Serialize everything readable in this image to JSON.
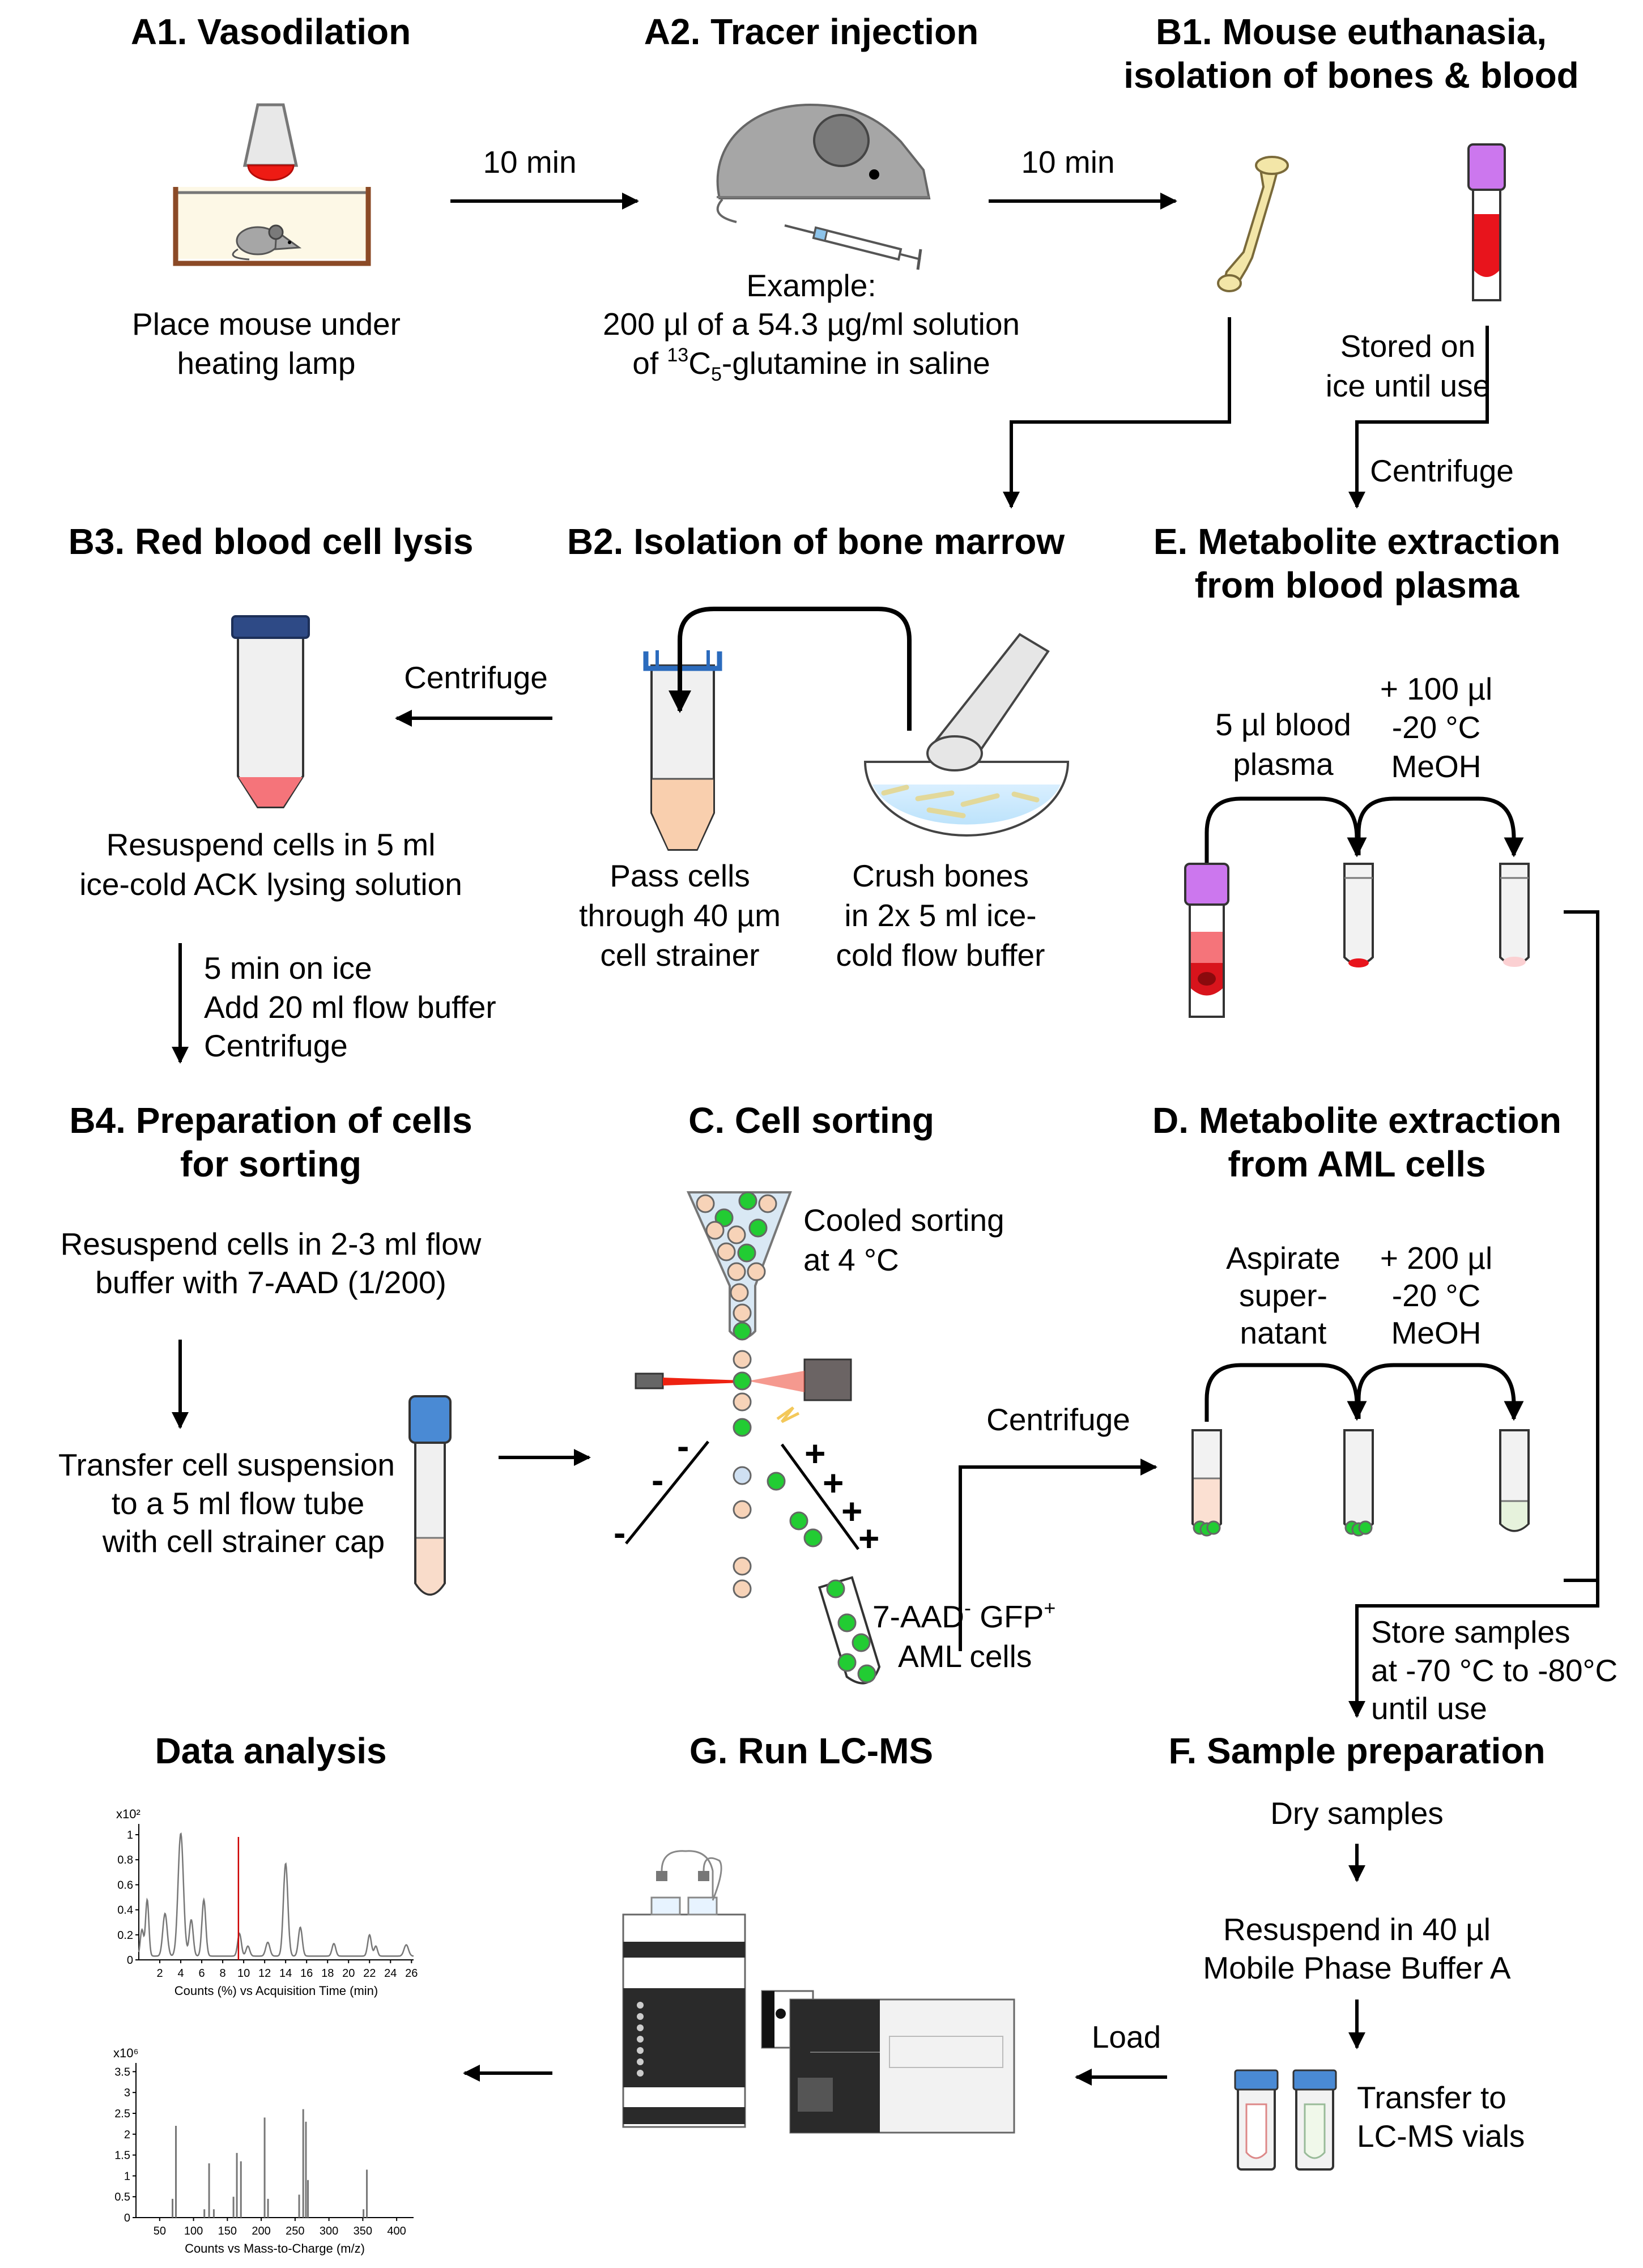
{
  "sections": {
    "a1": {
      "title": "A1. Vasodilation",
      "caption": [
        "Place mouse under",
        "heating lamp"
      ]
    },
    "a2": {
      "title": "A2. Tracer injection",
      "caption": [
        "Example:",
        "200 µl of a 54.3 µg/ml solution"
      ],
      "caption_iso_prefix": "of ",
      "caption_iso_sup": "13",
      "caption_iso_c": "C",
      "caption_iso_sub": "5",
      "caption_iso_rest": "-glutamine in saline"
    },
    "b1": {
      "title": [
        "B1. Mouse euthanasia,",
        "isolation of bones & blood"
      ]
    },
    "b2": {
      "title": "B2. Isolation of bone marrow",
      "left_caption": [
        "Pass cells",
        "through 40 µm",
        "cell strainer"
      ],
      "right_caption": [
        "Crush bones",
        "in 2x 5 ml ice-",
        "cold flow buffer"
      ]
    },
    "b3": {
      "title": "B3. Red blood cell lysis",
      "caption": [
        "Resuspend cells in 5 ml",
        "ice-cold ACK lysing solution"
      ]
    },
    "e": {
      "title": [
        "E. Metabolite extraction",
        "from blood plasma"
      ],
      "label_left": [
        "5 µl blood",
        "plasma"
      ],
      "label_right": [
        "+ 100 µl",
        "-20 °C",
        "MeOH"
      ]
    },
    "b4": {
      "title": [
        "B4. Preparation of cells",
        "for sorting"
      ],
      "caption_top": [
        "Resuspend cells in 2-3 ml flow",
        "buffer with 7-AAD (1/200)"
      ],
      "caption_bottom": [
        "Transfer cell suspension",
        "to a 5 ml flow tube",
        "with cell strainer cap"
      ]
    },
    "c": {
      "title": "C. Cell sorting",
      "cooled": [
        "Cooled sorting",
        "at 4 °C"
      ],
      "aml_sup1": "-",
      "aml_sup2": "+",
      "aml_a": "7-AAD",
      "aml_b": " GFP",
      "aml_line2": "AML cells",
      "minus": "-",
      "plus": "+"
    },
    "d": {
      "title": [
        "D. Metabolite extraction",
        "from AML cells"
      ],
      "label_left": [
        "Aspirate",
        "super-",
        "natant"
      ],
      "label_right": [
        "+ 200 µl",
        "-20 °C",
        "MeOH"
      ]
    },
    "da": {
      "title": "Data analysis"
    },
    "g": {
      "title": "G. Run LC-MS"
    },
    "f": {
      "title": "F. Sample preparation",
      "step1": "Dry samples",
      "step2": [
        "Resuspend in 40 µl",
        "Mobile Phase Buffer A"
      ],
      "step3": [
        "Transfer to",
        "LC-MS vials"
      ]
    }
  },
  "arrows": {
    "a1_a2": "10 min",
    "a2_b1": "10 min",
    "b1_ice": [
      "Stored on",
      "ice until use"
    ],
    "b1_centrifuge": "Centrifuge",
    "b2_b3": "Centrifuge",
    "b3_b4": [
      "5 min on ice",
      "Add 20 ml flow buffer",
      "Centrifuge"
    ],
    "c_d": "Centrifuge",
    "store": [
      "Store samples",
      "at -70 °C to -80°C",
      "until use"
    ],
    "f_g": "Load"
  },
  "colors": {
    "blood": "#e8141c",
    "lid_purple": "#cc77ee",
    "cell_green": "#22cc33",
    "cell_peach": "#f7d3b8",
    "cap_blue": "#4a8ad4",
    "bone": "#f3e6a8",
    "mouse": "#a6a6a6"
  },
  "chart_data": [
    {
      "type": "line",
      "title": "",
      "y_multiplier": "x10²",
      "xlabel": "Counts (%) vs Acquisition Time (min)",
      "ylabel": "",
      "x_ticks": [
        2,
        4,
        6,
        8,
        10,
        12,
        14,
        16,
        18,
        20,
        22,
        24,
        26
      ],
      "y_ticks": [
        0,
        0.2,
        0.4,
        0.6,
        0.8,
        1
      ],
      "xlim": [
        0,
        26.2
      ],
      "ylim": [
        0,
        1.05
      ],
      "peaks": [
        {
          "x": 0.3,
          "y": 0.21,
          "w": 0.22
        },
        {
          "x": 0.8,
          "y": 0.45,
          "w": 0.22
        },
        {
          "x": 2.5,
          "y": 0.34,
          "w": 0.3
        },
        {
          "x": 4.0,
          "y": 0.98,
          "w": 0.36
        },
        {
          "x": 5.0,
          "y": 0.29,
          "w": 0.26
        },
        {
          "x": 6.2,
          "y": 0.45,
          "w": 0.26
        },
        {
          "x": 9.6,
          "y": 0.18,
          "w": 0.25
        },
        {
          "x": 10.4,
          "y": 0.08,
          "w": 0.25
        },
        {
          "x": 12.3,
          "y": 0.11,
          "w": 0.28
        },
        {
          "x": 14.0,
          "y": 0.74,
          "w": 0.3
        },
        {
          "x": 15.4,
          "y": 0.23,
          "w": 0.26
        },
        {
          "x": 18.6,
          "y": 0.1,
          "w": 0.25
        },
        {
          "x": 22.0,
          "y": 0.17,
          "w": 0.25
        },
        {
          "x": 22.6,
          "y": 0.08,
          "w": 0.22
        },
        {
          "x": 25.5,
          "y": 0.09,
          "w": 0.3
        }
      ],
      "baseline": 0.03,
      "marker_x": 9.5,
      "marker_color": "#cc0000"
    },
    {
      "type": "bar",
      "title": "",
      "y_multiplier": "x10⁶",
      "xlabel": "Counts vs Mass-to-Charge (m/z)",
      "ylabel": "",
      "x_ticks": [
        50,
        100,
        150,
        200,
        250,
        300,
        350,
        400
      ],
      "y_ticks": [
        0,
        0.5,
        1,
        1.5,
        2,
        2.5,
        3,
        3.5
      ],
      "xlim": [
        15,
        425
      ],
      "ylim": [
        0,
        3.6
      ],
      "x": [
        69,
        74,
        116,
        123,
        130,
        159,
        164,
        170,
        205,
        210,
        256,
        262,
        266,
        269,
        351,
        356
      ],
      "values": [
        0.45,
        2.2,
        0.2,
        1.3,
        0.2,
        0.5,
        1.55,
        1.35,
        2.4,
        0.45,
        0.55,
        2.6,
        2.3,
        0.9,
        0.2,
        1.15
      ]
    }
  ]
}
